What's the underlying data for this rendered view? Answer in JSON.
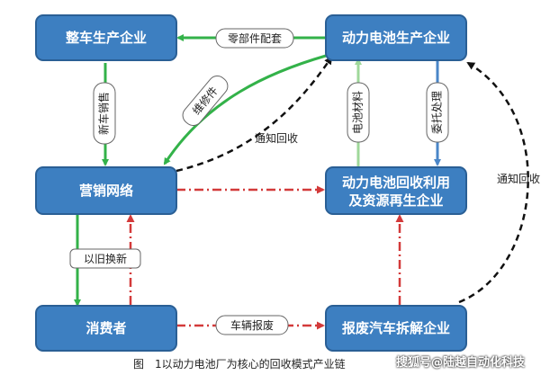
{
  "nodes": {
    "vehicle_maker": "整车生产企业",
    "battery_maker": "动力电池生产企业",
    "sales_network": "营销网络",
    "recycling_enterprise_line1": "动力电池回收利用",
    "recycling_enterprise_line2": "及资源再生企业",
    "consumer": "消费者",
    "scrap_dismantling": "报废汽车拆解企业"
  },
  "edge_labels": {
    "parts_supply": "零部件配套",
    "new_car_sales": "新车销售",
    "repair_parts": "维修件",
    "notify_recycle_left": "通知回收",
    "battery_material": "电池材料",
    "entrusted_processing": "委托处理",
    "notify_recycle_right": "通知回收",
    "trade_in": "以旧换新",
    "vehicle_scrap": "车辆报废"
  },
  "caption": "图　1以动力电池厂为核心的回收模式产业链",
  "watermark": "搜狐号@陆越自动化科技",
  "colors": {
    "node_fill": "#3d7fc1",
    "node_stroke": "#2a5f95",
    "green_arrow": "#33b249",
    "light_green_arrow": "#9fd89a",
    "blue_arrow": "#4a86c8",
    "red_dash": "#d33a3a",
    "black_dash": "#111111"
  }
}
